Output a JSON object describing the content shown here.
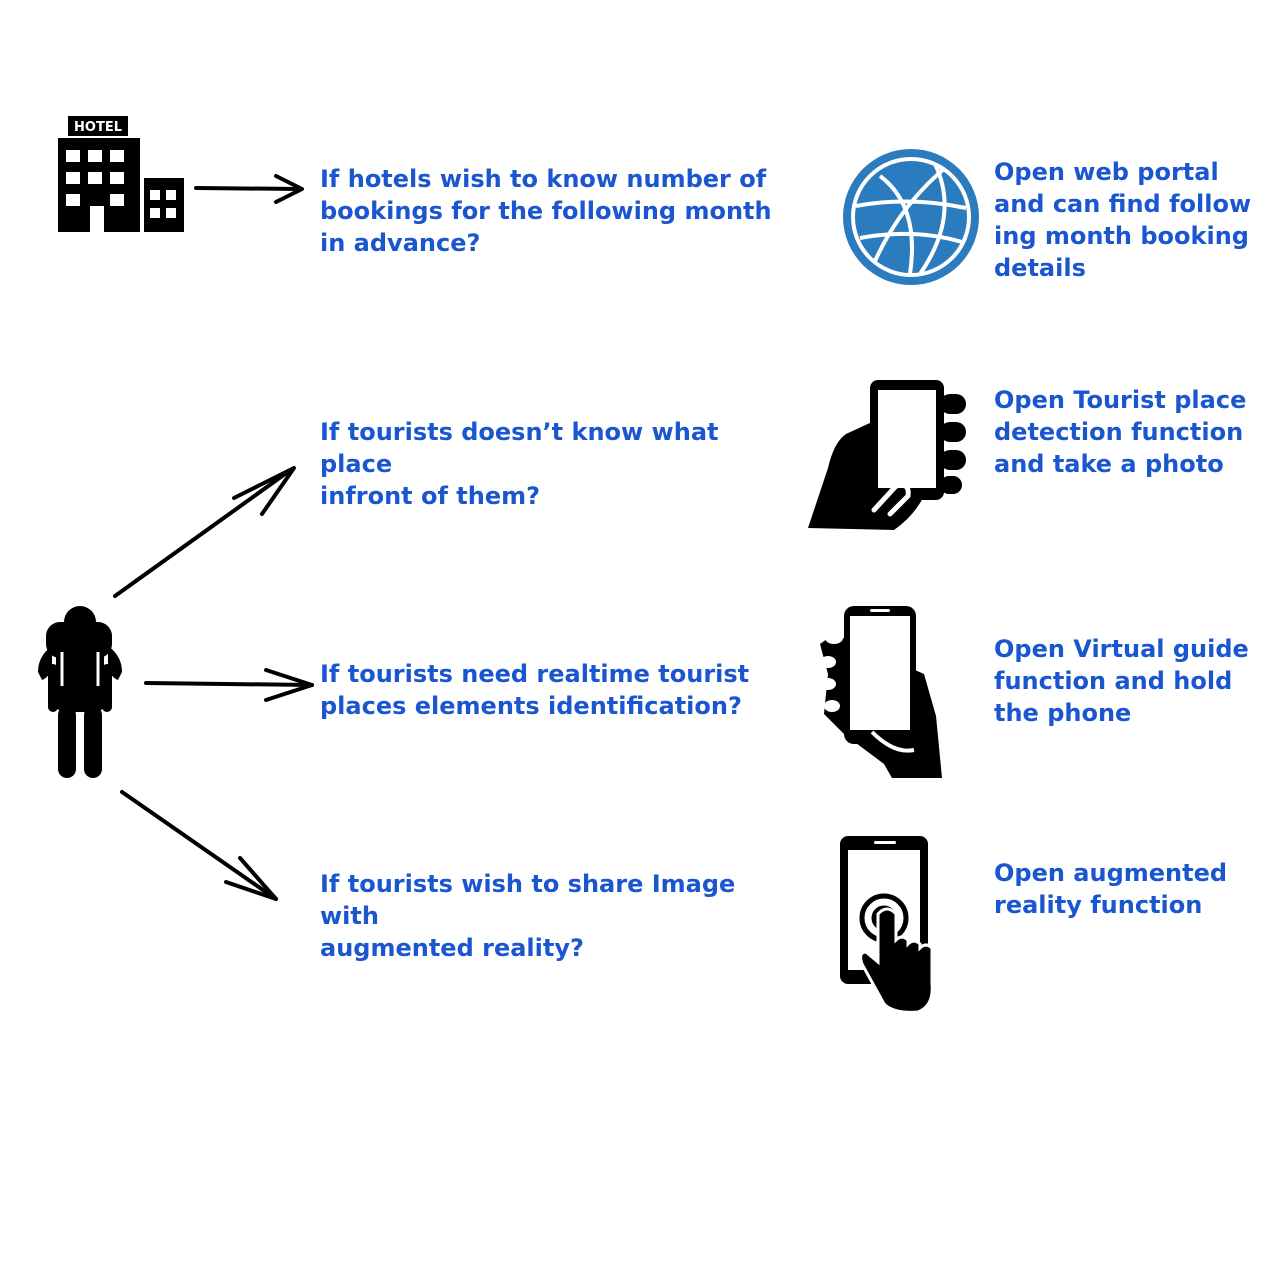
{
  "rows": [
    {
      "question": "If hotels wish to know number of\nbookings for the following month\nin advance?",
      "answer": "Open web portal\nand can find follow\ning month booking\ndetails",
      "actor_icon": "hotel-icon",
      "action_icon": "globe-icon",
      "actor_icon_text": "HOTEL"
    },
    {
      "question": "If tourists doesn’t know what place\ninfront of them?",
      "answer": "Open Tourist place\ndetection function\nand take a photo",
      "action_icon": "hand-holding-phone-icon"
    },
    {
      "question": "If tourists need realtime tourist\nplaces elements identification?",
      "answer": "Open Virtual guide\nfunction and hold\nthe phone",
      "action_icon": "phone-in-hand-icon"
    },
    {
      "question": "If tourists wish to share Image with\naugmented reality?",
      "answer": "Open augmented\nreality function",
      "action_icon": "phone-tap-icon"
    }
  ],
  "tourist_icon": "backpacker-icon",
  "colors": {
    "text": "#1a56cf",
    "globe": "#2b7bbf",
    "icon": "#000000"
  }
}
